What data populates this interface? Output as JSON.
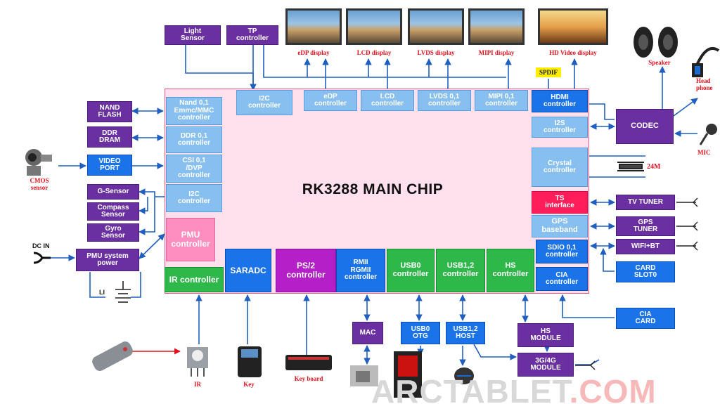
{
  "main_chip": {
    "title": "RK3288 MAIN CHIP"
  },
  "top_inputs": {
    "light_sensor": "Light\nSensor",
    "tp_controller": "TP\ncontroller"
  },
  "displays": {
    "edp": "eDP display",
    "lcd": "LCD display",
    "lvds": "LVDS display",
    "mipi": "MIPI display",
    "hd_video": "HD Video display"
  },
  "spdif": "SPDIF",
  "internal_blocks": {
    "i2c_top": "I2C\ncontroller",
    "edp_controller": "eDP\ncontroller",
    "lcd_controller": "LCD\ncontroller",
    "lvds_controller": "LVDS 0,1\ncontroller",
    "mipi_controller": "MIPI 0,1\ncontroller",
    "hdmi_controller": "HDMI\ncontroller",
    "i2s_controller": "I2S\ncontroller",
    "crystal_controller": "Crystal\ncontroller",
    "ts_interface": "TS\ninterface",
    "gps_baseband": "GPS\nbaseband",
    "sdio_controller": "SDIO 0,1\ncontroller",
    "cia_controller": "CIA\ncontroller",
    "nand_controller": "Nand 0,1\nEmmc/MMC\ncontroller",
    "ddr_controller": "DDR 0,1\ncontroller",
    "csi_controller": "CSI 0,1\n/DVP\ncontroller",
    "i2c_left": "I2C\ncontroller",
    "pmu_controller": "PMU\ncontroller",
    "ir_controller": "IR controller",
    "saradc": "SARADC",
    "ps2_controller": "PS/2\ncontroller",
    "rmii_controller": "RMII\nRGMII\ncontroller",
    "usb0_controller": "USB0\ncontroller",
    "usb12_controller": "USB1,2\ncontroller",
    "hs_controller": "HS\ncontroller"
  },
  "left_blocks": {
    "nand_flash": "NAND\nFLASH",
    "ddr_dram": "DDR\nDRAM",
    "video_port": "VIDEO\nPORT",
    "g_sensor": "G-Sensor",
    "compass_sensor": "Compass\nSensor",
    "gyro_sensor": "Gyro\nSensor",
    "pmu_power": "PMU system\npower"
  },
  "right_blocks": {
    "codec": "CODEC",
    "tv_tuner": "TV TUNER",
    "gps_tuner": "GPS\nTUNER",
    "wifi_bt": "WIFI+BT",
    "card_slot": "CARD\nSLOT0",
    "cia_card": "CIA\nCARD"
  },
  "bottom_blocks": {
    "mac": "MAC",
    "usb0_otg": "USB0\nOTG",
    "usb12_host": "USB1,2\nHOST",
    "hs_module": "HS\nMODULE",
    "module_3g4g": "3G/4G\nMODULE"
  },
  "captions": {
    "cmos_sensor": "CMOS\nsensor",
    "speaker": "Speaker",
    "headphone": "Head\nphone",
    "mic": "MIC",
    "ir": "IR",
    "key": "Key",
    "keyboard": "Key board",
    "crystal_freq": "24M",
    "dc_in": "DC IN",
    "li": "LI"
  },
  "watermark": {
    "main": "ARCTABLET",
    "suffix": ".COM"
  },
  "colors": {
    "chip_fill": "#ffe0ec",
    "chip_border": "#e15a8a",
    "arrow": "#1f5fbf",
    "caption_red": "#e0141e"
  }
}
